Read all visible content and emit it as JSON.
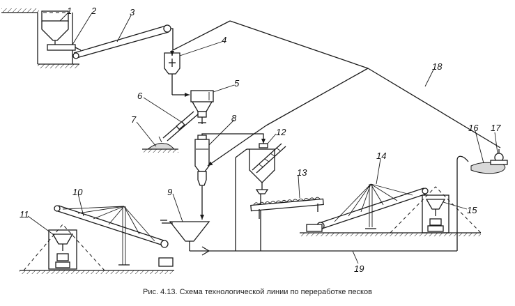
{
  "caption": "Рис. 4.13. Схема технологической линии по переработке песков",
  "labels": [
    "1",
    "2",
    "3",
    "4",
    "5",
    "6",
    "7",
    "8",
    "9",
    "10",
    "11",
    "12",
    "13",
    "14",
    "15",
    "16",
    "17",
    "18",
    "19"
  ]
}
